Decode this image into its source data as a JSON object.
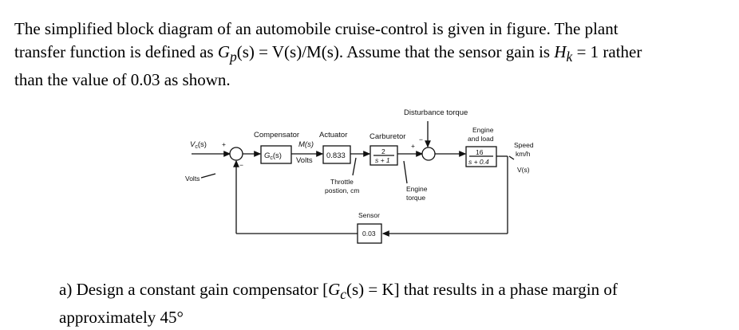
{
  "problem": {
    "intro_line1": "The simplified block diagram of an automobile cruise-control is given in figure. The plant",
    "intro_line2_a": "transfer function is defined as ",
    "gp_sym": "G",
    "gp_sub": "p",
    "intro_line2_b": "(s) = V(s)/M(s). Assume that the sensor gain is ",
    "hk_sym": "H",
    "hk_sub": "k",
    "intro_line2_c": " = 1 rather",
    "intro_line3": "than the value of 0.03 as shown.",
    "question_a": "a) Design a constant gain compensator [",
    "gc_sym": "G",
    "gc_sub": "c",
    "question_b": "(s)  =  K] that results in a phase margin of",
    "question_line2": "approximately 45°"
  },
  "diagram": {
    "input_label": "V",
    "input_sub": "c",
    "input_arg": "(s)",
    "plus": "+",
    "minus": "−",
    "volts_label": "Volts",
    "compensator_label": "Compensator",
    "actuator_label": "Actuator",
    "carburetor_label": "Carburetor",
    "disturbance_label": "Disturbance torque",
    "engine_load_line1": "Engine",
    "engine_load_line2": "and load",
    "speed_line1": "Speed",
    "speed_line2": "km/h",
    "output_label": "V(s)",
    "compensator_block": "G",
    "compensator_block_sub": "c",
    "compensator_block_arg": "(s)",
    "m_label": "M(s)",
    "volts_label2": "Volts",
    "actuator_block": "0.833",
    "carb_num": "2",
    "carb_den": "s + 1",
    "engine_num": "16",
    "engine_den": "s + 0.4",
    "throttle_line1": "Throttle",
    "throttle_line2": "postion, cm",
    "engine_torque_line1": "Engine",
    "engine_torque_line2": "torque",
    "sensor_label": "Sensor",
    "sensor_block": "0.03"
  }
}
